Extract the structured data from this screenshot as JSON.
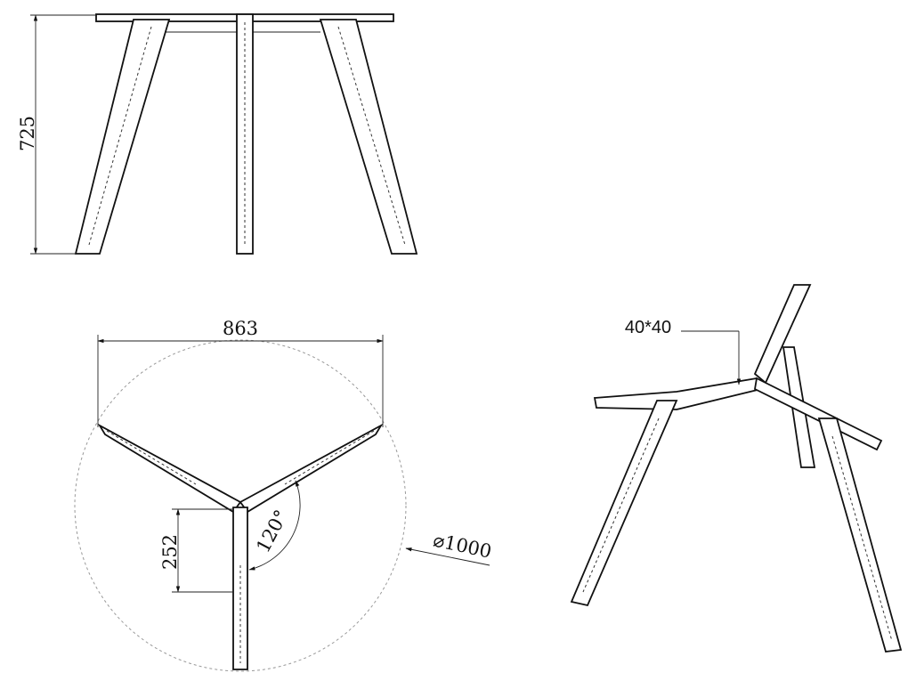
{
  "front_view": {
    "height_label": "725"
  },
  "top_view": {
    "width_label": "863",
    "offset_label": "252",
    "angle_label": "120°",
    "diameter_label": "⌀1000"
  },
  "iso_view": {
    "profile_label": "40*40"
  },
  "colors": {
    "line": "#111111",
    "circle": "#999999"
  }
}
